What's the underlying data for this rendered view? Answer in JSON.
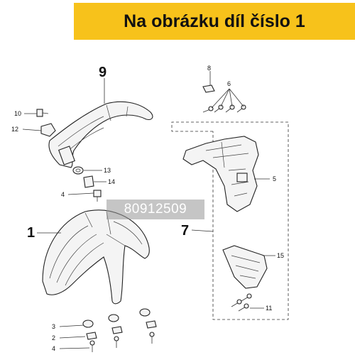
{
  "banner": {
    "title": "Na obrázku díl číslo 1",
    "color": "#f7c21b"
  },
  "watermark": {
    "text": "80912509"
  },
  "callouts": {
    "c9": "9",
    "c8": "8",
    "c6": "6",
    "c10": "10",
    "c12": "12",
    "c13": "13",
    "c14": "14",
    "c4a": "4",
    "c5": "5",
    "c1": "1",
    "c7": "7",
    "c15": "15",
    "c11": "11",
    "c3": "3",
    "c2": "2",
    "c4b": "4"
  }
}
